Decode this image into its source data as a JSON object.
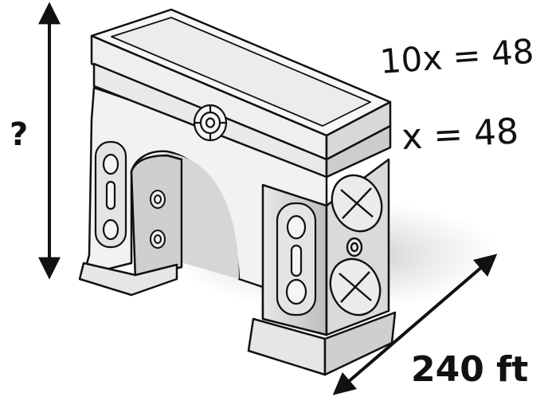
{
  "diagram": {
    "height_label": "?",
    "width_label": "240 ft",
    "equations": [
      "10x = 48",
      "x = 48"
    ]
  }
}
